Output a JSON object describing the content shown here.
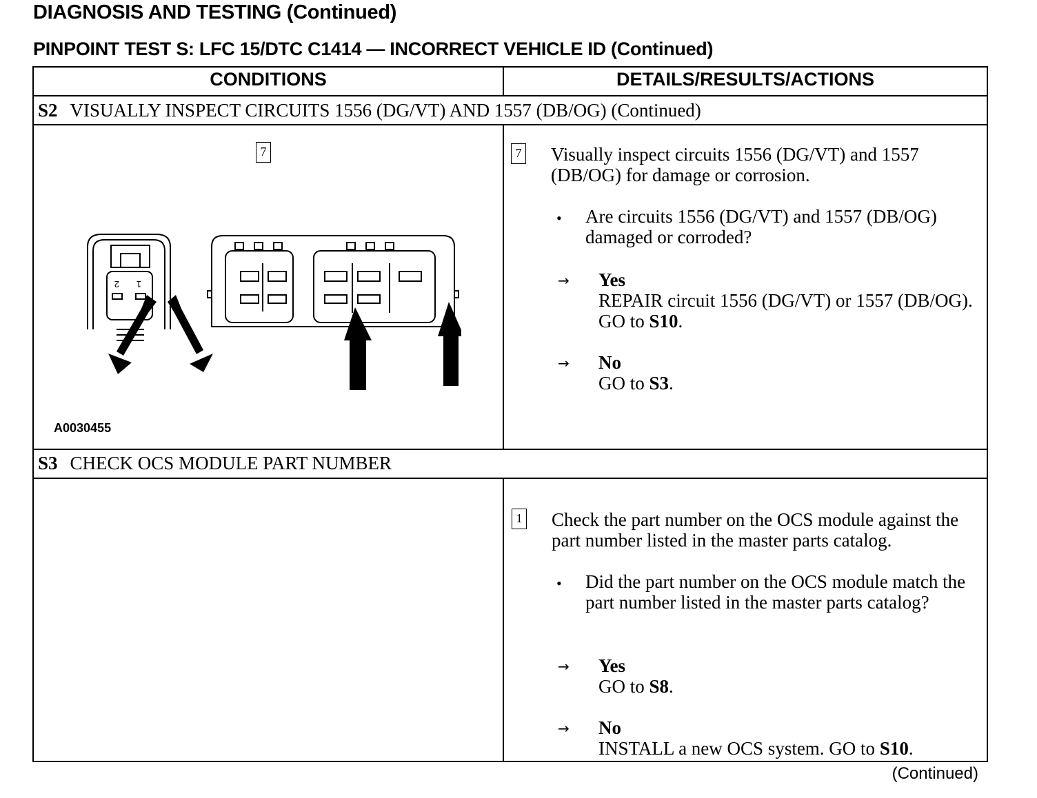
{
  "header": {
    "section_title": "DIAGNOSIS AND TESTING (Continued)",
    "test_title": "PINPOINT TEST S: LFC 15/DTC C1414 — INCORRECT VEHICLE ID (Continued)"
  },
  "table": {
    "col_conditions": "CONDITIONS",
    "col_details": "DETAILS/RESULTS/ACTIONS",
    "steps": [
      {
        "id": "S2",
        "title": "VISUALLY INSPECT CIRCUITS 1556 (DG/VT) AND 1557 (DB/OG) (Continued)",
        "figure_step": "7",
        "figure_code": "A0030455",
        "connector_pins": [
          "2",
          "1"
        ],
        "substep": "7",
        "instruction": "Visually inspect circuits 1556 (DG/VT) and 1557 (DB/OG) for damage or corrosion.",
        "question": "Are circuits 1556 (DG/VT) and 1557 (DB/OG) damaged or corroded?",
        "yes_label": "Yes",
        "yes_action_text": "REPAIR circuit 1556 (DG/VT) or 1557 (DB/OG). GO to ",
        "yes_action_target": "S10",
        "no_label": "No",
        "no_action_text": "GO to ",
        "no_action_target": "S3"
      },
      {
        "id": "S3",
        "title": "CHECK OCS MODULE PART NUMBER",
        "substep": "1",
        "instruction": "Check the part number on the OCS module against the part number listed in the master parts catalog.",
        "question": "Did the part number on the OCS module match the part number listed in the master parts catalog?",
        "yes_label": "Yes",
        "yes_action_text": "GO to ",
        "yes_action_target": "S8",
        "no_label": "No",
        "no_action_text": "INSTALL a new OCS system. GO to ",
        "no_action_target": "S10"
      }
    ]
  },
  "bullet_glyph": "•",
  "arrow_glyph": "→",
  "period": ".",
  "footer": {
    "continued": "(Continued)"
  }
}
